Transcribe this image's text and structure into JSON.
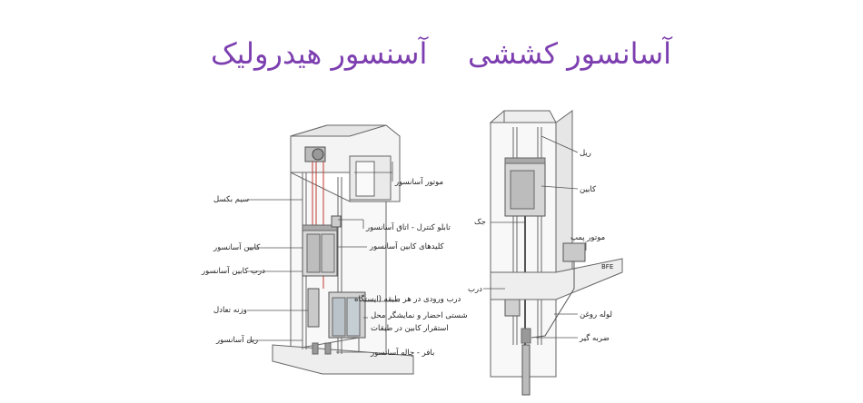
{
  "titles": {
    "hydraulic": "آسنسور هیدرولیک",
    "traction": "آسانسور کششی"
  },
  "left_diagram": {
    "labels": {
      "wire_rope": "سیم بکسل",
      "elevator_motor": "موتور آسانسور",
      "control_panel": "تابلو کنترل - اتاق آسانسور",
      "cabin": "کابین آسانسور",
      "cabin_keys": "کلیدهای کابین آسانسور",
      "cabin_door": "درب کابین آسانسور",
      "landing_door": "درب ورودی در هر طبقه (ایستگاه",
      "counterweight": "وزنه تعادل",
      "call_sensor": "شستی احضار و نمایشگر محل",
      "floor_position": "استقرار کابین در طبقات",
      "rail": "ریل آسانسور",
      "buffer_pit": "بافر - چاله آسانسور"
    }
  },
  "right_diagram": {
    "labels": {
      "rail": "ریل",
      "cabin": "کابین",
      "jack": "جک",
      "pump_motor": "موتور پمپ",
      "bfe": "BFE",
      "door": "درب",
      "oil_pipe": "لوله روغن",
      "shock_absorber": "ضربه گیر"
    }
  },
  "colors": {
    "title": "#7d3fb0",
    "line": "#666666",
    "rope": "#c0392b"
  }
}
